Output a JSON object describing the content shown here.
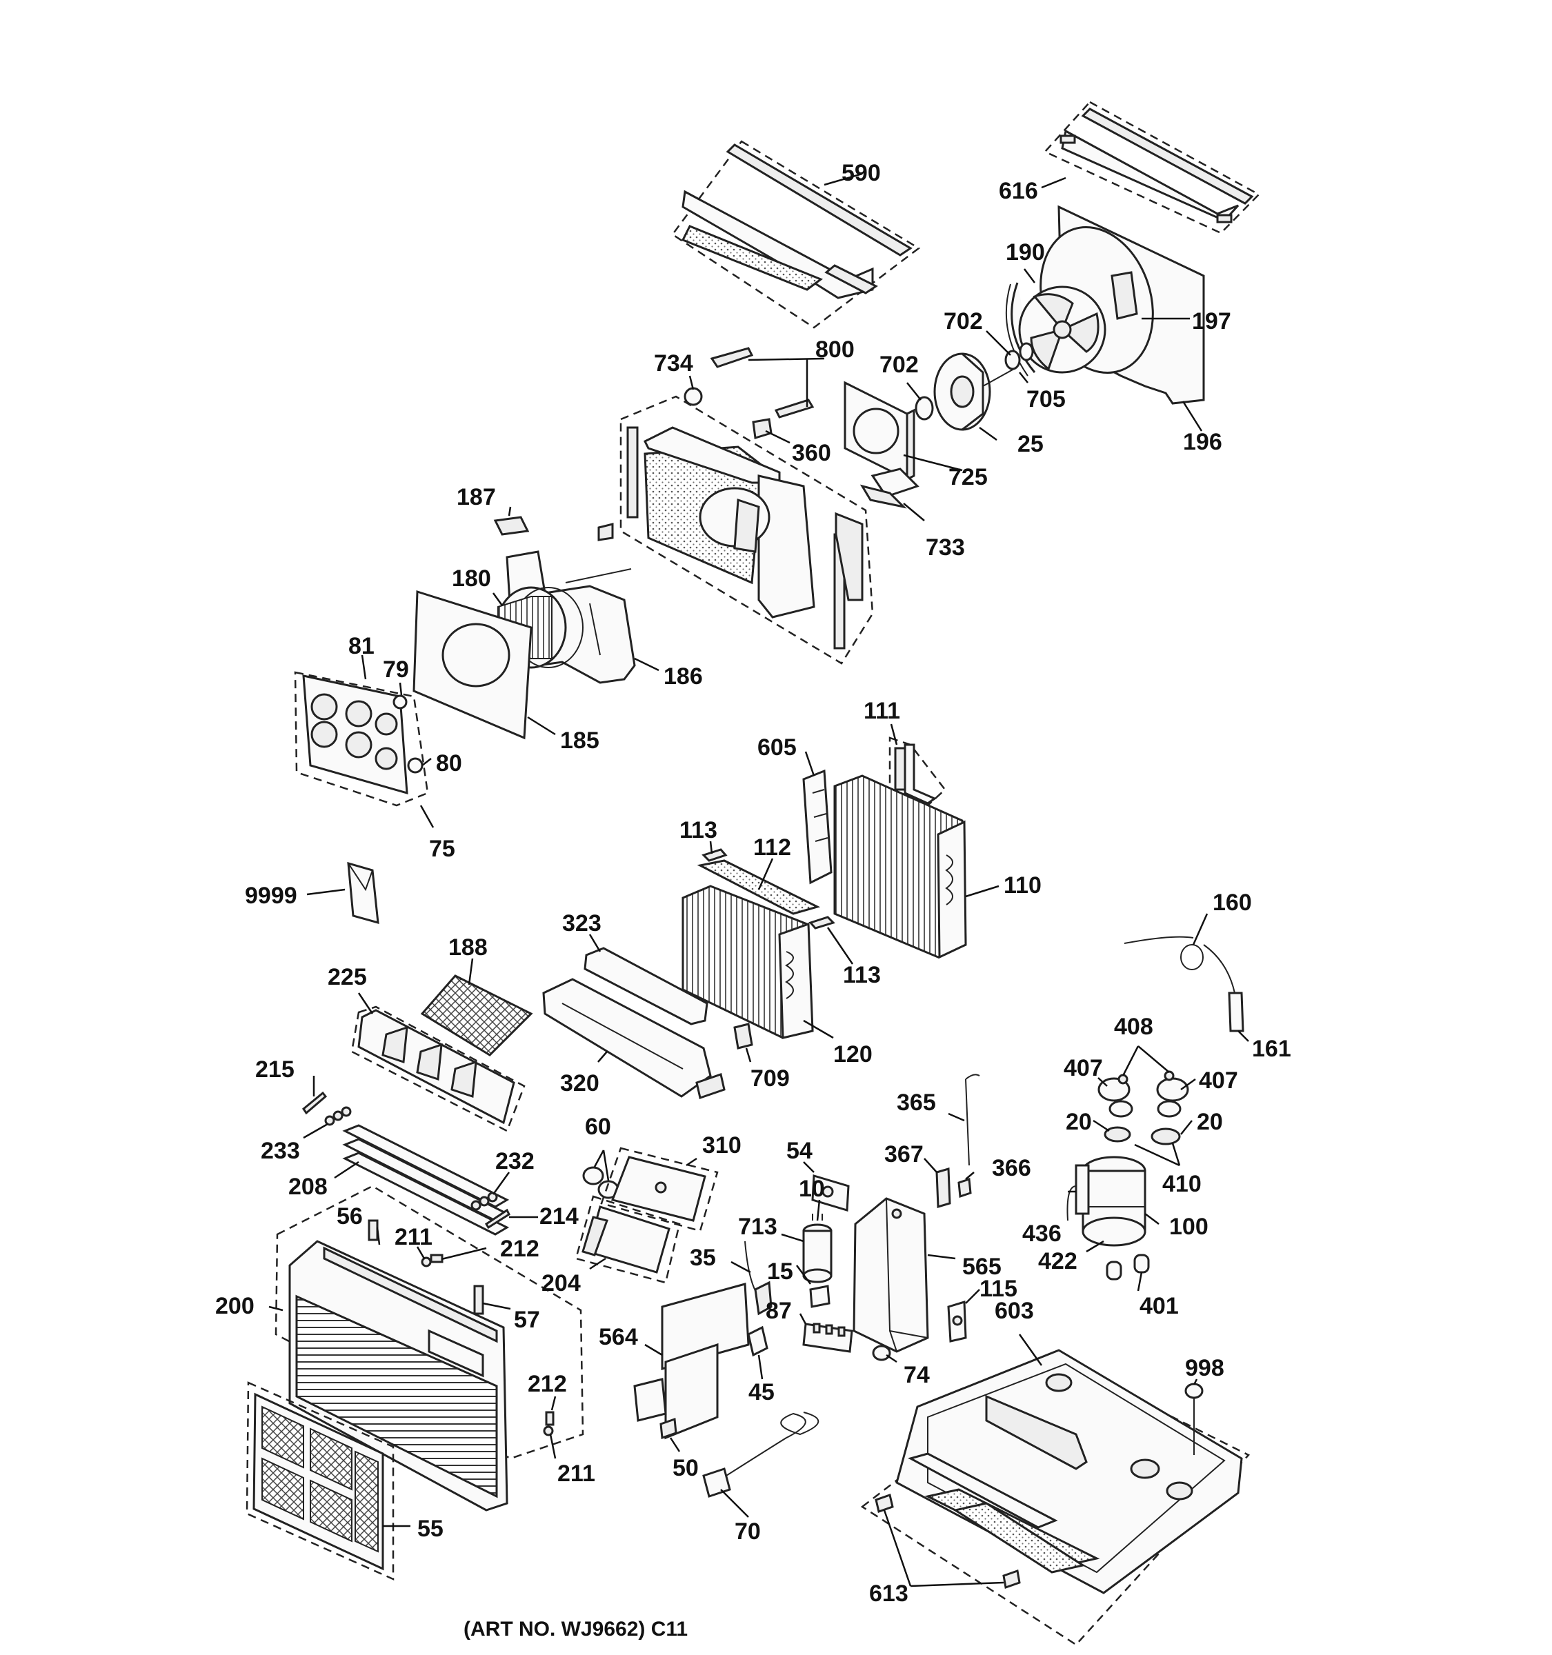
{
  "caption": "(ART NO. WJ9662) C11",
  "callouts": [
    {
      "id": "c590",
      "label": "590"
    },
    {
      "id": "c616",
      "label": "616"
    },
    {
      "id": "c190",
      "label": "190"
    },
    {
      "id": "c197",
      "label": "197"
    },
    {
      "id": "c702a",
      "label": "702"
    },
    {
      "id": "c702b",
      "label": "702"
    },
    {
      "id": "c705",
      "label": "705"
    },
    {
      "id": "c734",
      "label": "734"
    },
    {
      "id": "c800",
      "label": "800"
    },
    {
      "id": "c360",
      "label": "360"
    },
    {
      "id": "c725",
      "label": "725"
    },
    {
      "id": "c25",
      "label": "25"
    },
    {
      "id": "c196",
      "label": "196"
    },
    {
      "id": "c733",
      "label": "733"
    },
    {
      "id": "c187",
      "label": "187"
    },
    {
      "id": "c180",
      "label": "180"
    },
    {
      "id": "c186",
      "label": "186"
    },
    {
      "id": "c81",
      "label": "81"
    },
    {
      "id": "c79",
      "label": "79"
    },
    {
      "id": "c185",
      "label": "185"
    },
    {
      "id": "c80",
      "label": "80"
    },
    {
      "id": "c75",
      "label": "75"
    },
    {
      "id": "c111",
      "label": "111"
    },
    {
      "id": "c605",
      "label": "605"
    },
    {
      "id": "c113a",
      "label": "113"
    },
    {
      "id": "c112",
      "label": "112"
    },
    {
      "id": "c110",
      "label": "110"
    },
    {
      "id": "c113b",
      "label": "113"
    },
    {
      "id": "c9999",
      "label": "9999"
    },
    {
      "id": "c188",
      "label": "188"
    },
    {
      "id": "c323",
      "label": "323"
    },
    {
      "id": "c225",
      "label": "225"
    },
    {
      "id": "c120",
      "label": "120"
    },
    {
      "id": "c709",
      "label": "709"
    },
    {
      "id": "c320",
      "label": "320"
    },
    {
      "id": "c160",
      "label": "160"
    },
    {
      "id": "c161",
      "label": "161"
    },
    {
      "id": "c408",
      "label": "408"
    },
    {
      "id": "c407a",
      "label": "407"
    },
    {
      "id": "c407b",
      "label": "407"
    },
    {
      "id": "c20a",
      "label": "20"
    },
    {
      "id": "c20b",
      "label": "20"
    },
    {
      "id": "c410",
      "label": "410"
    },
    {
      "id": "c215",
      "label": "215"
    },
    {
      "id": "c233",
      "label": "233"
    },
    {
      "id": "c208",
      "label": "208"
    },
    {
      "id": "c232",
      "label": "232"
    },
    {
      "id": "c214",
      "label": "214"
    },
    {
      "id": "c60",
      "label": "60"
    },
    {
      "id": "c310",
      "label": "310"
    },
    {
      "id": "c54",
      "label": "54"
    },
    {
      "id": "c365",
      "label": "365"
    },
    {
      "id": "c367",
      "label": "367"
    },
    {
      "id": "c366",
      "label": "366"
    },
    {
      "id": "c10",
      "label": "10"
    },
    {
      "id": "c713",
      "label": "713"
    },
    {
      "id": "c436",
      "label": "436"
    },
    {
      "id": "c100",
      "label": "100"
    },
    {
      "id": "c422",
      "label": "422"
    },
    {
      "id": "c56",
      "label": "56"
    },
    {
      "id": "c211a",
      "label": "211"
    },
    {
      "id": "c212a",
      "label": "212"
    },
    {
      "id": "c200",
      "label": "200"
    },
    {
      "id": "c57",
      "label": "57"
    },
    {
      "id": "c204",
      "label": "204"
    },
    {
      "id": "c35",
      "label": "35"
    },
    {
      "id": "c15",
      "label": "15"
    },
    {
      "id": "c565",
      "label": "565"
    },
    {
      "id": "c115",
      "label": "115"
    },
    {
      "id": "c401",
      "label": "401"
    },
    {
      "id": "c87",
      "label": "87"
    },
    {
      "id": "c564",
      "label": "564"
    },
    {
      "id": "c603",
      "label": "603"
    },
    {
      "id": "c74",
      "label": "74"
    },
    {
      "id": "c45",
      "label": "45"
    },
    {
      "id": "c998",
      "label": "998"
    },
    {
      "id": "c212b",
      "label": "212"
    },
    {
      "id": "c211b",
      "label": "211"
    },
    {
      "id": "c50",
      "label": "50"
    },
    {
      "id": "c55",
      "label": "55"
    },
    {
      "id": "c70",
      "label": "70"
    },
    {
      "id": "c613",
      "label": "613"
    }
  ]
}
